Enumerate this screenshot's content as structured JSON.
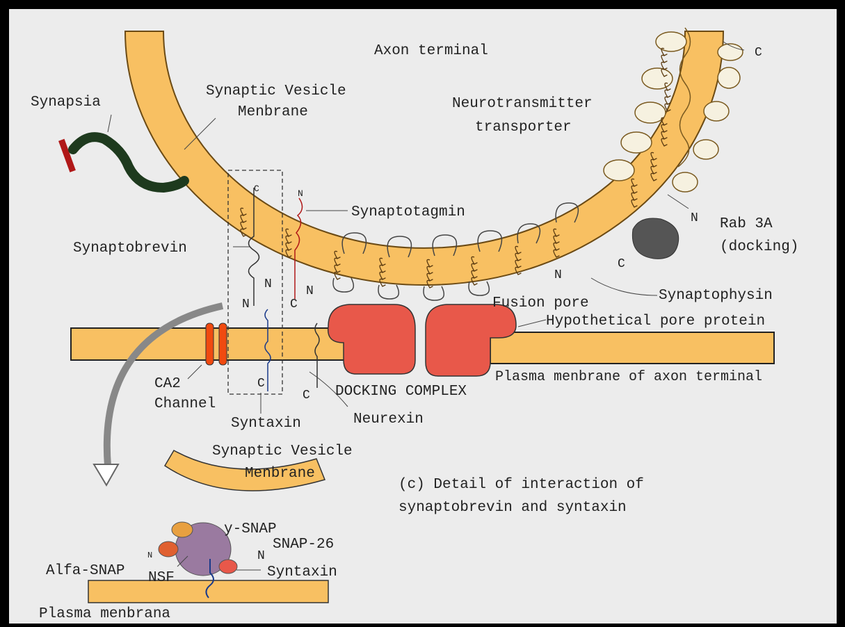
{
  "colors": {
    "membrane_fill": "#f8c062",
    "membrane_stroke": "#6b4a14",
    "background": "#ececec",
    "frame": "#000000",
    "pore_protein": "#e8584a",
    "rab3a": "#555555",
    "synapsia_bar": "#b01818",
    "synapsia_chain": "#1e3a1e",
    "ca2_channel": "#f04a10",
    "nsf": "#9a7aa0",
    "snap": "#e8a040"
  },
  "labels": {
    "axon_terminal": "Axon terminal",
    "synaptic_vesicle_membrane_1": "Synaptic Vesicle",
    "synaptic_vesicle_membrane_2": "Menbrane",
    "synapsia": "Synapsia",
    "neurotransmitter_transporter_1": "Neurotransmitter",
    "neurotransmitter_transporter_2": "transporter",
    "synaptotagmin": "Synaptotagmin",
    "synaptobrevin": "Synaptobrevin",
    "rab3a_1": "Rab 3A",
    "rab3a_2": "(docking)",
    "synaptophysin": "Synaptophysin",
    "fusion_pore": "Fusion pore",
    "hypothetical_pore_protein": "Hypothetical pore protein",
    "plasma_membrane_axon_terminal": "Plasma menbrane of axon terminal",
    "docking_complex": "DOCKING COMPLEX",
    "ca2_channel_1": "CA2",
    "ca2_channel_2": "Channel",
    "syntaxin": "Syntaxin",
    "neurexin": "Neurexin",
    "detail_synaptic_vesicle_1": "Synaptic Vesicle",
    "detail_synaptic_vesicle_2": "Menbrane",
    "detail_caption_1": "(c) Detail of interaction of",
    "detail_caption_2": "synaptobrevin and syntaxin",
    "y_snap": "y-SNAP",
    "snap_26": "SNAP-26",
    "alfa_snap": "Alfa-SNAP",
    "nsf": "NSF",
    "detail_syntaxin": "Syntaxin",
    "plasma_membrana": "Plasma menbrana",
    "term_c": "C",
    "term_n": "N"
  }
}
